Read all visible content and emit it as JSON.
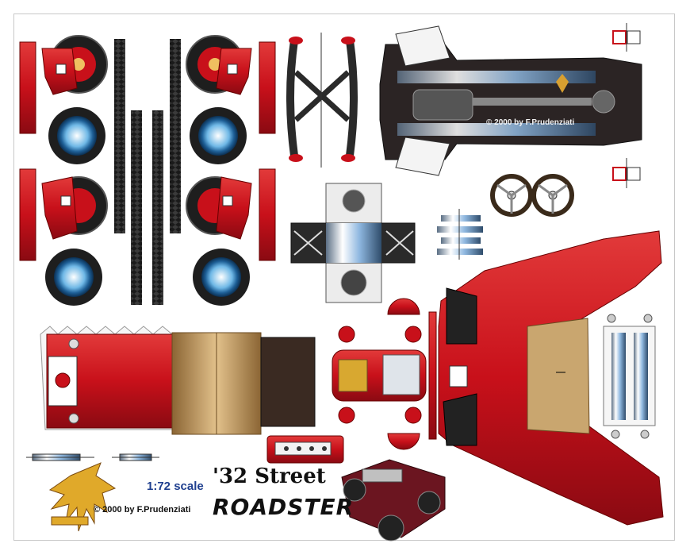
{
  "title": {
    "line1": "'32 Street",
    "line2": "ROADSTER"
  },
  "scale": "1:72 scale",
  "credit": "© 2000 by F.Prudenziati",
  "chassis_credit": "© 2000 by F.Prudenziati",
  "colors": {
    "body_red": "#c8101a",
    "dark_red": "#7d0810",
    "tire_black": "#1e1e1e",
    "chrome": "#b9c3cc",
    "wood": "#c49a5e",
    "tan": "#c9a66f",
    "title_blue": "#1f3f8f"
  }
}
